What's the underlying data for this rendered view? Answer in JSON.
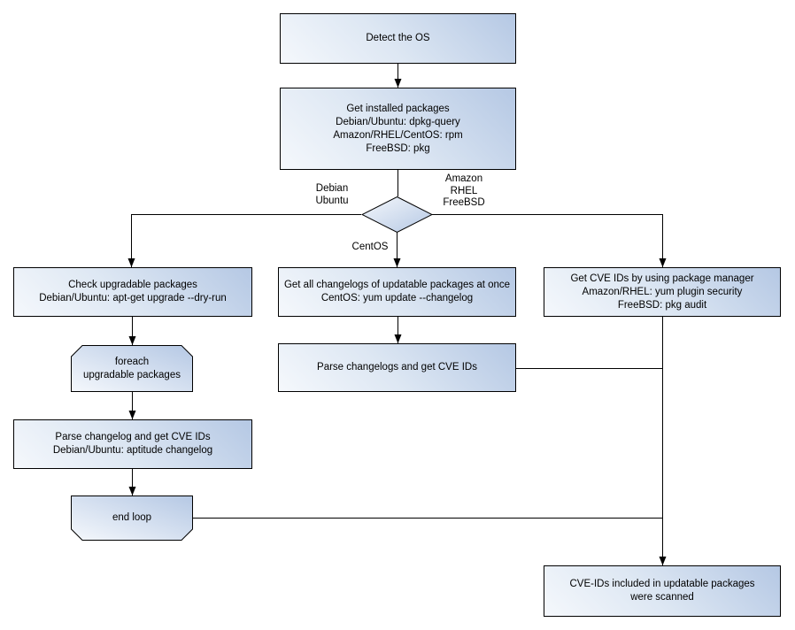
{
  "colors": {
    "background": "#ffffff",
    "node_border": "#000000",
    "node_fill_light": "#f5f8fc",
    "node_fill_mid": "#dde7f3",
    "node_fill_dark": "#b5c8e4",
    "connector": "#000000",
    "text": "#000000"
  },
  "nodes": {
    "detect_os": {
      "label": "Detect the OS"
    },
    "get_installed_packages": {
      "label": "Get installed packages\nDebian/Ubuntu: dpkg-query\nAmazon/RHEL/CentOS: rpm\nFreeBSD: pkg"
    },
    "os_decision": {
      "label": ""
    },
    "check_upgradable": {
      "label": "Check upgradable packages\nDebian/Ubuntu: apt-get upgrade --dry-run"
    },
    "get_all_changelogs": {
      "label": "Get all changelogs of updatable packages at once\nCentOS: yum update --changelog"
    },
    "get_cve_ids_pkg_manager": {
      "label": "Get CVE IDs by using package manager\nAmazon/RHEL: yum plugin security\nFreeBSD: pkg audit"
    },
    "foreach_loop_start": {
      "label": "foreach\nupgradable  packages"
    },
    "parse_changelogs_centos": {
      "label": "Parse changelogs and get CVE IDs"
    },
    "parse_changelog_debian": {
      "label": "Parse changelog and get  CVE IDs\nDebian/Ubuntu: aptitude changelog"
    },
    "end_loop": {
      "label": "end loop"
    },
    "result": {
      "label": "CVE-IDs included in updatable packages\nwere scanned"
    }
  },
  "edge_labels": {
    "debian_branch": "Debian\nUbuntu",
    "amazon_branch": "Amazon\nRHEL\nFreeBSD",
    "centos_branch": "CentOS"
  }
}
